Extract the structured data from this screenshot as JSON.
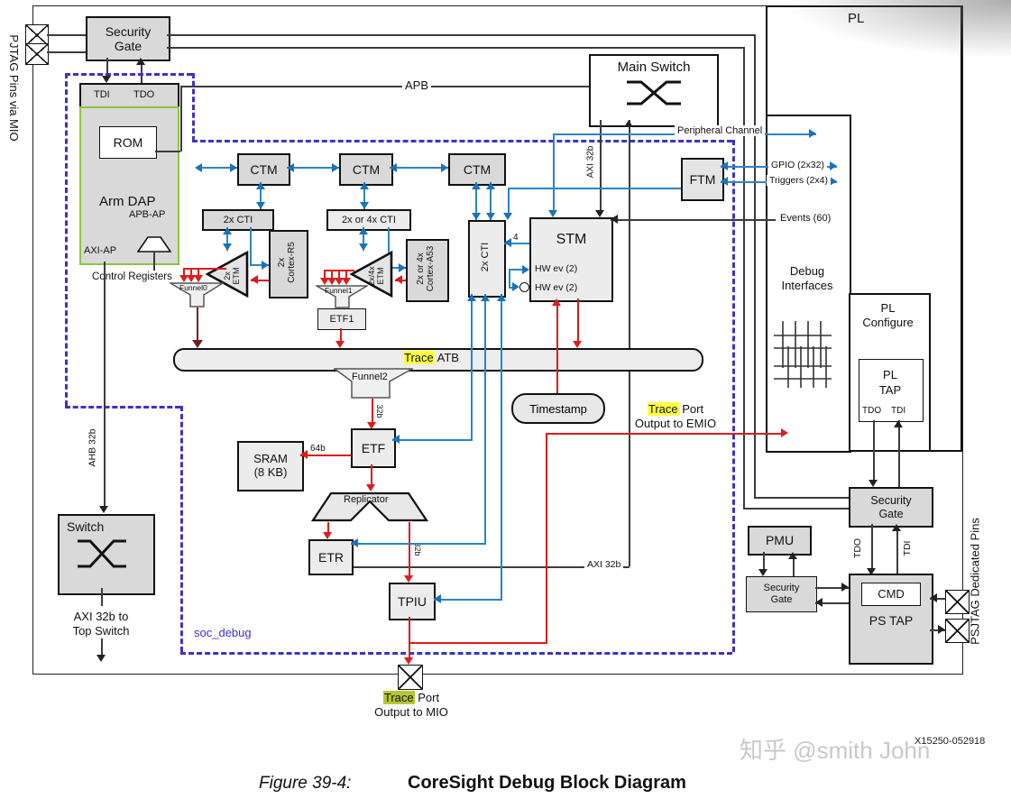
{
  "t": {
    "pjtag": "PJTAG Pins via MIO",
    "psjtag": "PSJTAG Dedicated Pins",
    "secgate1": "Security",
    "secgate2": "Gate",
    "tdi": "TDI",
    "tdo": "TDO",
    "rom": "ROM",
    "armdap": "Arm DAP",
    "apbap": "APB-AP",
    "axiap": "AXI-AP",
    "ctrlreg": "Control Registers",
    "apb": "APB",
    "ctm": "CTM",
    "cti2": "2x CTI",
    "cti24": "2x or 4x CTI",
    "etm2a": "2x",
    "etm2b": "ETM",
    "etm24a": "2x/4x",
    "etm24b": "ETM",
    "r5a": "2x",
    "r5b": "Cortex-R5",
    "a53a": "2x or 4x",
    "a53b": "Cortex-A53",
    "funnel0": "Funnel0",
    "funnel1": "Funnel1",
    "funnel2": "Funnel2",
    "etf1": "ETF1",
    "etf": "ETF",
    "etr": "ETR",
    "tpiu": "TPIU",
    "sram1": "SRAM",
    "sram2": "(8 KB)",
    "replicator": "Replicator",
    "stm": "STM",
    "hwev": "HW ev (2)",
    "n4": "4",
    "mainswitch": "Main Switch",
    "switch": "Switch",
    "ftm": "FTM",
    "timestamp": "Timestamp",
    "traceatb_hl": "Trace",
    "traceatb_rest": " ATB",
    "axi32b": "AXI 32b",
    "ahb32b": "AHB 32b",
    "axitop1": "AXI 32b to",
    "axitop2": "Top Switch",
    "periph": "Peripheral Channel",
    "gpio": "GPIO (2x32)",
    "triggers": "Triggers (2x4)",
    "events": "Events (60)",
    "b32": "32b",
    "b64": "64b",
    "emio_hl": "Trace",
    "emio_rest": " Port",
    "emio2": "Output to EMIO",
    "mio_hl": "Trace",
    "mio_rest": " Port",
    "mio2": "Output to MIO",
    "pl": "PL",
    "dbgif1": "Debug",
    "dbgif2": "Interfaces",
    "plcfg1": "PL",
    "plcfg2": "Configure",
    "pltap1": "PL",
    "pltap2": "TAP",
    "pmu": "PMU",
    "pstap": "PS TAP",
    "cmd": "CMD",
    "socdebug": "soc_debug",
    "fig": "Figure 39-4:",
    "title": "CoreSight Debug Block Diagram",
    "watermark": "知乎 @smith John",
    "docnum": "X15250-052918"
  },
  "colors": {
    "trigger_blue": "#2b84c8",
    "trace_red": "#e11a1a",
    "funnel0_maroon": "#6d2121",
    "soc_debug_dash": "#3c33c8",
    "box_gray": "#d9d9d9",
    "dap_green": "#8cc63e",
    "highlight_yellow": "#ffff42",
    "highlight_green": "#b4c832"
  }
}
